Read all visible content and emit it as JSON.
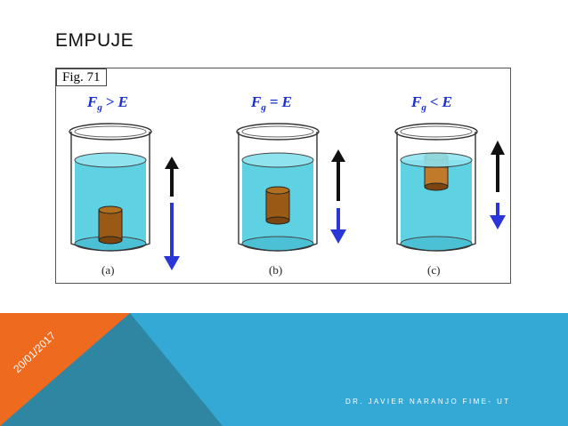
{
  "slide": {
    "title": "EMPUJE",
    "date": "20/01/2017",
    "author": "DR. JAVIER NARANJO  FIME- UT"
  },
  "figure": {
    "label": "Fig. 71",
    "panels": [
      {
        "force_symbol": "F",
        "subscript": "g",
        "relation": ">",
        "buoyancy_symbol": "E",
        "caption": "(a)",
        "state": "sinks"
      },
      {
        "force_symbol": "F",
        "subscript": "g",
        "relation": "=",
        "buoyancy_symbol": "E",
        "caption": "(b)",
        "state": "suspended"
      },
      {
        "force_symbol": "F",
        "subscript": "g",
        "relation": "<",
        "buoyancy_symbol": "E",
        "caption": "(c)",
        "state": "floats"
      }
    ]
  },
  "colors": {
    "water": "#5ed2e3",
    "object": "#9a5a16",
    "up_arrow": "#111111",
    "down_arrow": "#2a36d6",
    "footer_blue": "#34a9d6",
    "footer_orange": "#ee6a1f",
    "footer_teal": "#2f86a3"
  }
}
